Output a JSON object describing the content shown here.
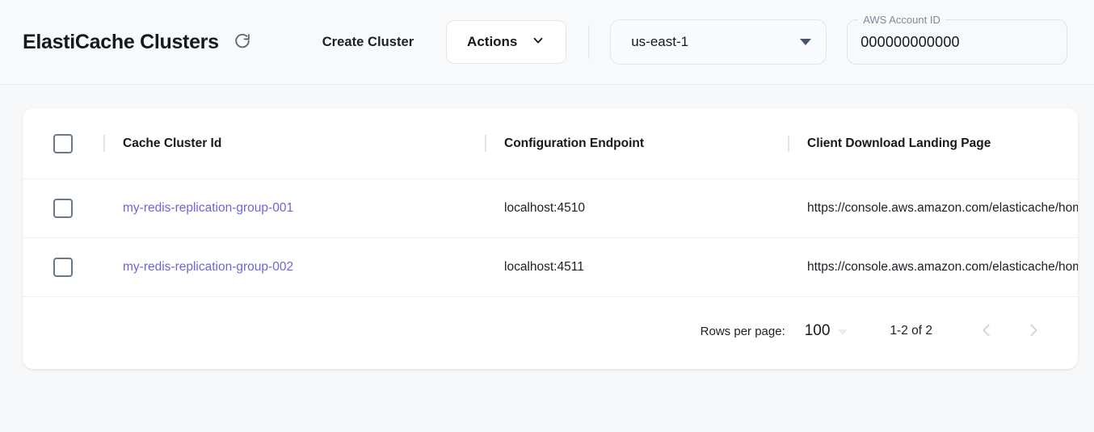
{
  "header": {
    "title": "ElastiCache Clusters",
    "refresh_icon": "refresh-icon",
    "create_cluster_label": "Create Cluster",
    "actions_label": "Actions",
    "actions_caret_icon": "chevron-down-icon",
    "region": {
      "value": "us-east-1",
      "caret_icon": "caret-down-icon"
    },
    "account": {
      "label": "AWS Account ID",
      "value": "000000000000"
    }
  },
  "table": {
    "select_all_checkbox": "unchecked",
    "columns": [
      "Cache Cluster Id",
      "Configuration Endpoint",
      "Client Download Landing Page"
    ],
    "rows": [
      {
        "checkbox": "unchecked",
        "cluster_id": "my-redis-replication-group-001",
        "endpoint": "localhost:4510",
        "landing_page": "https://console.aws.amazon.com/elasticache/home"
      },
      {
        "checkbox": "unchecked",
        "cluster_id": "my-redis-replication-group-002",
        "endpoint": "localhost:4511",
        "landing_page": "https://console.aws.amazon.com/elasticache/home"
      }
    ]
  },
  "pagination": {
    "rows_per_page_label": "Rows per page:",
    "rows_per_page_value": "100",
    "rows_caret_icon": "caret-down-icon",
    "range_label": "1-2 of 2",
    "prev_icon": "chevron-left-icon",
    "next_icon": "chevron-right-icon"
  },
  "colors": {
    "page_background": "#f7f8fa",
    "card_background": "#ffffff",
    "link": "#6c66d8",
    "text": "#15181d",
    "muted": "#7e8a99",
    "border": "#e3e6ea",
    "checkbox_border": "#67798f"
  }
}
